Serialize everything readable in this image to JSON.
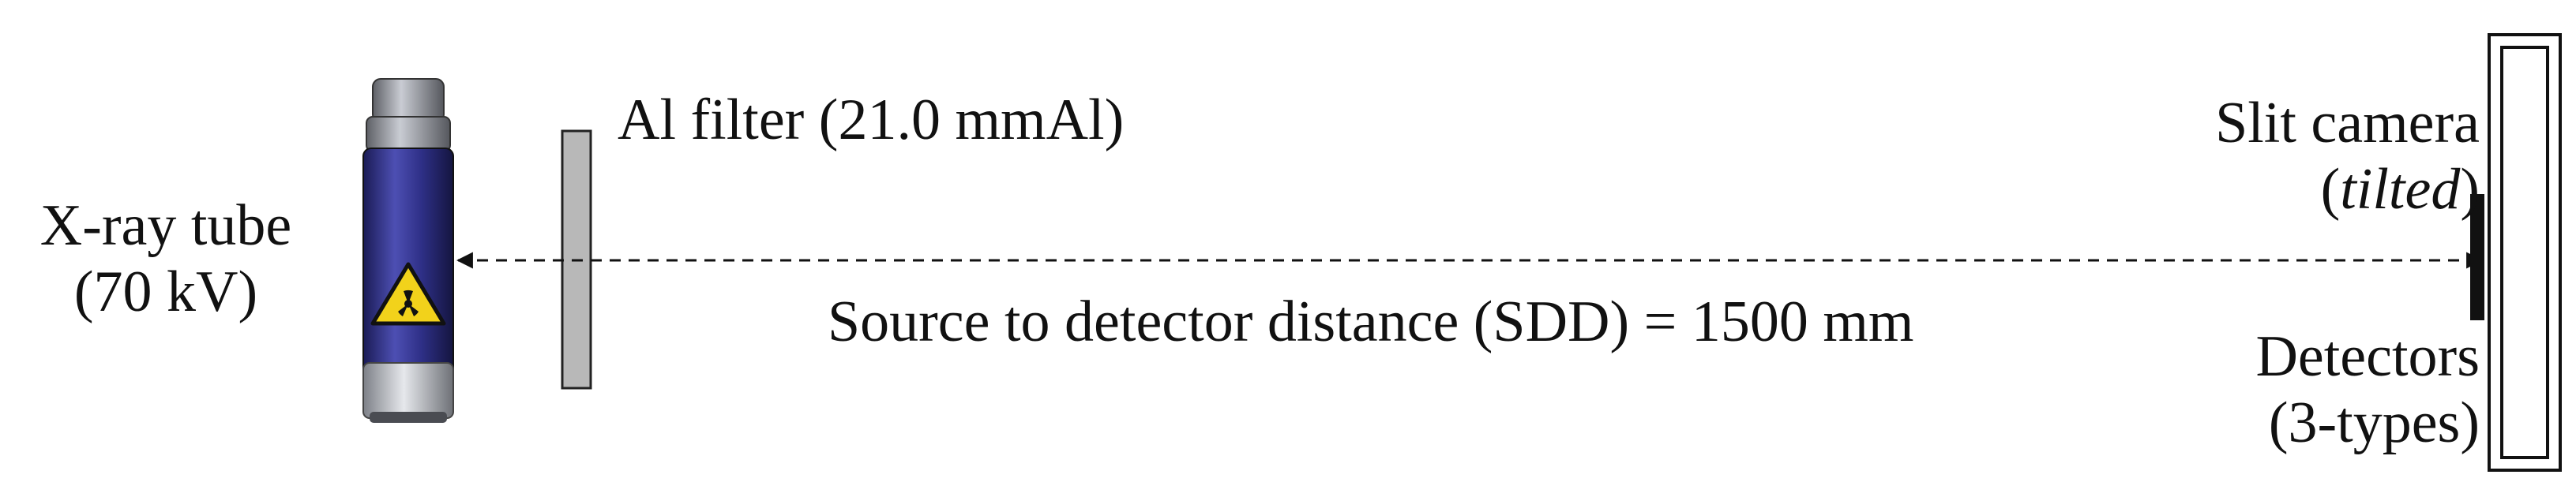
{
  "diagram": {
    "tube": {
      "label_line1": "X-ray tube",
      "label_line2": "(70 kV)",
      "icon": "x-ray-tube-icon",
      "hazard_icon": "radiation-hazard-icon",
      "body_color": "#2e2f86",
      "cap_color": "#8c8f96",
      "hazard_color": "#f2d21b"
    },
    "filter": {
      "label": "Al filter (21.0 mmAl)",
      "fill_color": "#b8b8b8"
    },
    "beam": {
      "label": "Source to detector distance (SDD) = 1500 mm",
      "style": "dashed double-headed arrow"
    },
    "camera": {
      "label_line1": "Slit camera",
      "label_line2_open": "(",
      "label_line2_italic": "tilted",
      "label_line2_close": ")"
    },
    "detectors": {
      "label_line1": "Detectors",
      "label_line2": "(3-types)"
    }
  }
}
